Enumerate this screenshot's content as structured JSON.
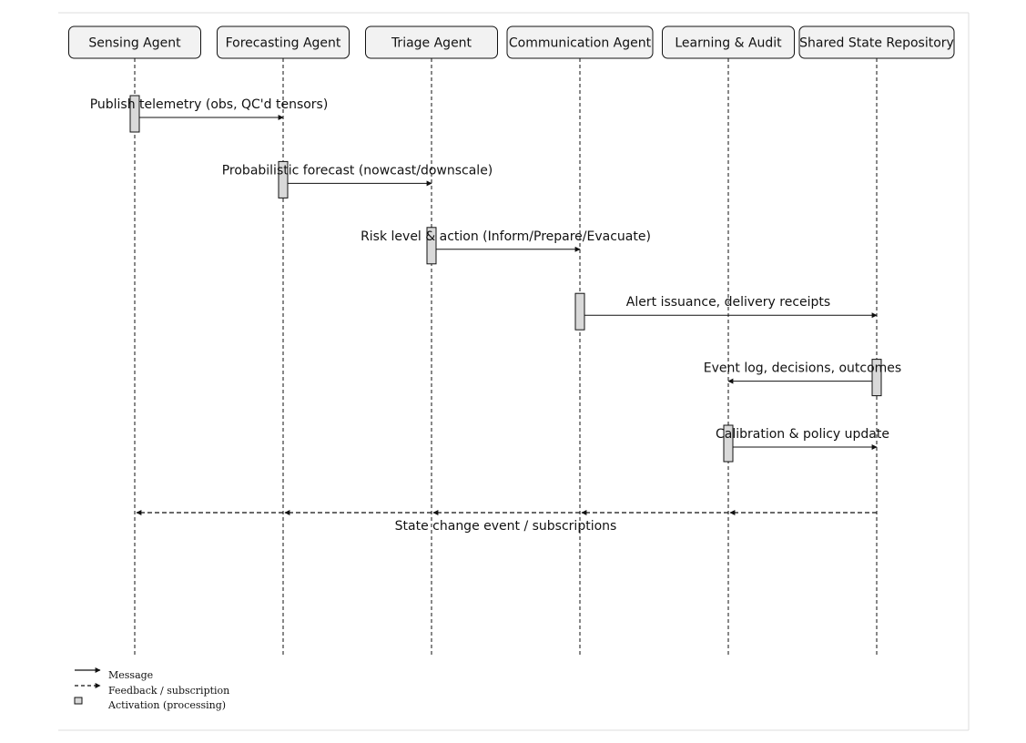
{
  "participants": [
    {
      "id": "sensing",
      "label": "Sensing Agent"
    },
    {
      "id": "forecasting",
      "label": "Forecasting Agent"
    },
    {
      "id": "triage",
      "label": "Triage Agent"
    },
    {
      "id": "communication",
      "label": "Communication Agent"
    },
    {
      "id": "learning",
      "label": "Learning & Audit"
    },
    {
      "id": "repository",
      "label": "Shared State Repository"
    }
  ],
  "messages": [
    {
      "from": "sensing",
      "to": "forecasting",
      "label": "Publish telemetry (obs, QC'd tensors)",
      "style": "solid"
    },
    {
      "from": "forecasting",
      "to": "triage",
      "label": "Probabilistic forecast (nowcast/downscale)",
      "style": "solid"
    },
    {
      "from": "triage",
      "to": "communication",
      "label": "Risk level & action (Inform/Prepare/Evacuate)",
      "style": "solid"
    },
    {
      "from": "communication",
      "to": "repository",
      "label": "Alert issuance, delivery receipts",
      "style": "solid"
    },
    {
      "from": "repository",
      "to": "learning",
      "label": "Event log, decisions, outcomes",
      "style": "solid"
    },
    {
      "from": "learning",
      "to": "repository",
      "label": "Calibration & policy update",
      "style": "solid"
    }
  ],
  "broadcast": {
    "from": "repository",
    "to": [
      "learning",
      "communication",
      "triage",
      "forecasting",
      "sensing"
    ],
    "label": "State change event / subscriptions",
    "style": "dashed"
  },
  "legend": {
    "message": "Message",
    "feedback": "Feedback / subscription",
    "activation": "Activation (processing)"
  },
  "colors": {
    "stroke": "#111111",
    "participant_fill": "#f2f2f2",
    "activation_fill": "#d9d9d9",
    "frame": "#dddddd"
  }
}
